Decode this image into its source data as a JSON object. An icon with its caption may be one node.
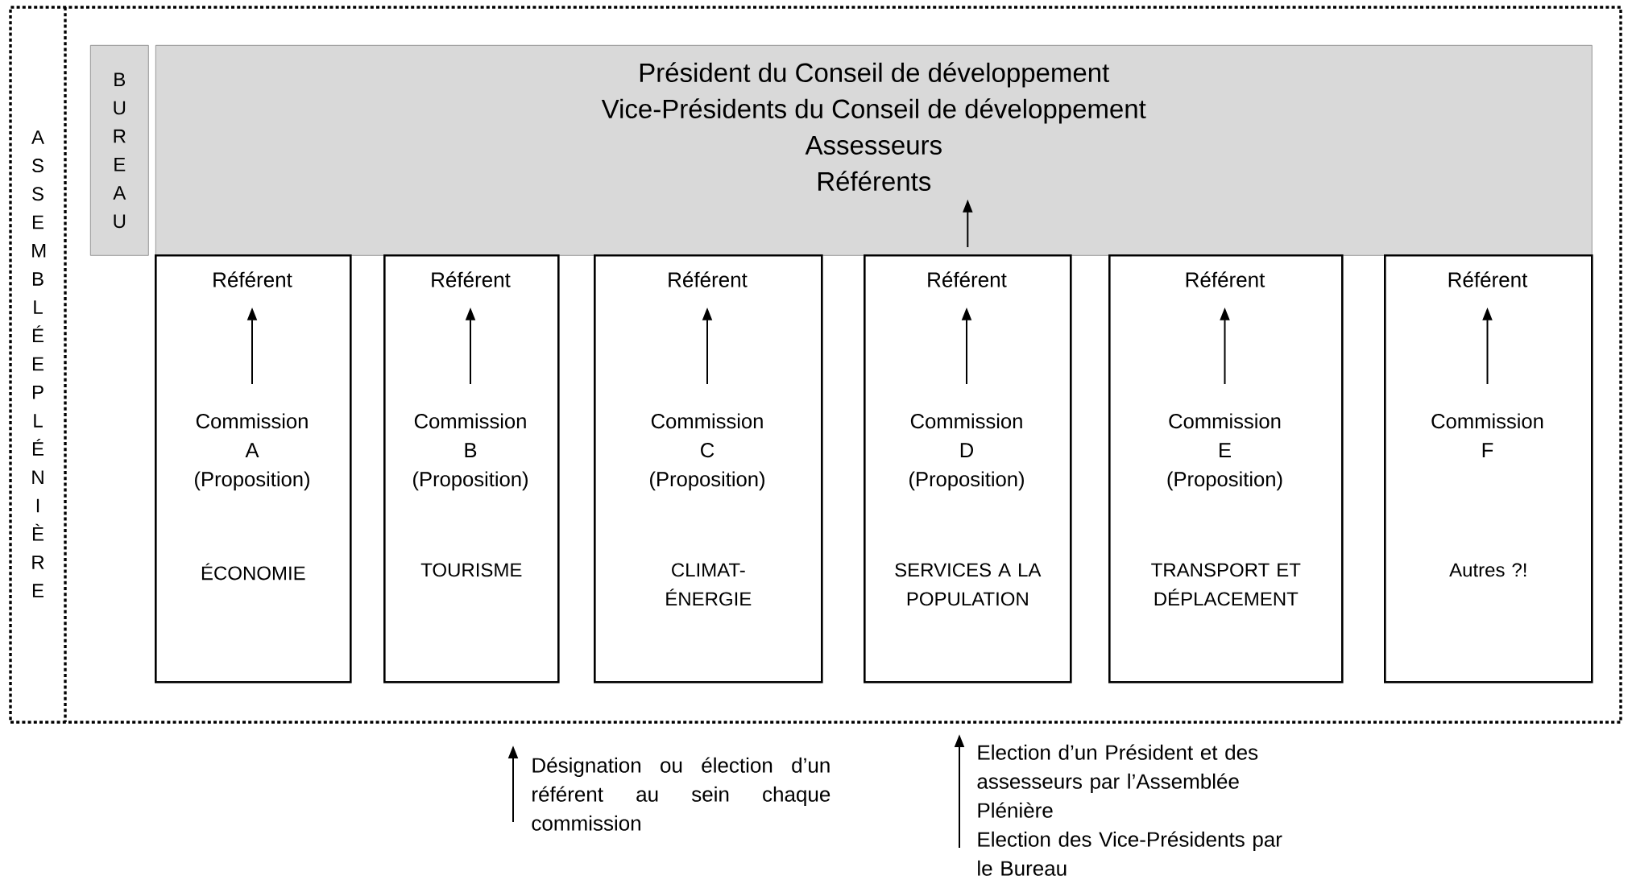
{
  "diagram": {
    "nodes": [
      {
        "text": [
          "ASSEMBLÉE PLÉNIÈRE"
        ]
      },
      {
        "text": [
          "BUREAU"
        ],
        "in": 0
      },
      {
        "text": [
          "Président du Conseil de développement",
          "Vice-Présidents du Conseil de développement",
          "Assesseurs",
          "Référents"
        ],
        "in": 0
      },
      {
        "text": [
          "ÉCONOMIE"
        ],
        "in": 0
      },
      {
        "text": [
          "Référent"
        ],
        "in": 3
      },
      {
        "text": [
          "Commission A (Proposition)"
        ],
        "in": 3
      },
      {
        "text": [
          "TOURISME"
        ],
        "in": 0
      },
      {
        "text": [
          "Référent"
        ],
        "in": 6
      },
      {
        "text": [
          "Commission B (Proposition)"
        ],
        "in": 6
      },
      {
        "text": [
          "CLIMAT-ÉNERGIE"
        ],
        "in": 0
      },
      {
        "text": [
          "Référent"
        ],
        "in": 9
      },
      {
        "text": [
          "Commission C (Proposition)"
        ],
        "in": 9
      },
      {
        "text": [
          "SERVICES A LA POPULATION"
        ],
        "in": 0
      },
      {
        "text": [
          "Référent"
        ],
        "in": 12
      },
      {
        "text": [
          "Commission D (Proposition)"
        ],
        "in": 12
      },
      {
        "text": [
          "TRANSPORT ET DÉPLACEMENT"
        ],
        "in": 0
      },
      {
        "text": [
          "Référent"
        ],
        "in": 15
      },
      {
        "text": [
          "Commission E (Proposition)"
        ],
        "in": 15
      },
      {
        "text": [
          "Autres ?!"
        ],
        "in": 0
      },
      {
        "text": [
          "Référent"
        ],
        "in": 18
      },
      {
        "text": [
          "Commission F"
        ],
        "in": 18
      }
    ],
    "edges": [
      {
        "from": 5,
        "to": 4,
        "arrow": "to"
      },
      {
        "from": 8,
        "to": 7,
        "arrow": "to"
      },
      {
        "from": 11,
        "to": 10,
        "arrow": "to"
      },
      {
        "from": 14,
        "to": 13,
        "arrow": "to"
      },
      {
        "from": 17,
        "to": 16,
        "arrow": "to"
      },
      {
        "from": 20,
        "to": 19,
        "arrow": "to"
      },
      {
        "from": 12,
        "to": 2,
        "arrow": "to"
      }
    ],
    "labels": [
      "Election des Vice-Présidents par le Bureau"
    ],
    "legend": [
      {
        "text": "Désignation ou élection d’un référent au sein chaque commission"
      },
      {
        "text": "Election d’un Président et des assesseurs par l’Assemblée Plénière"
      }
    ]
  }
}
